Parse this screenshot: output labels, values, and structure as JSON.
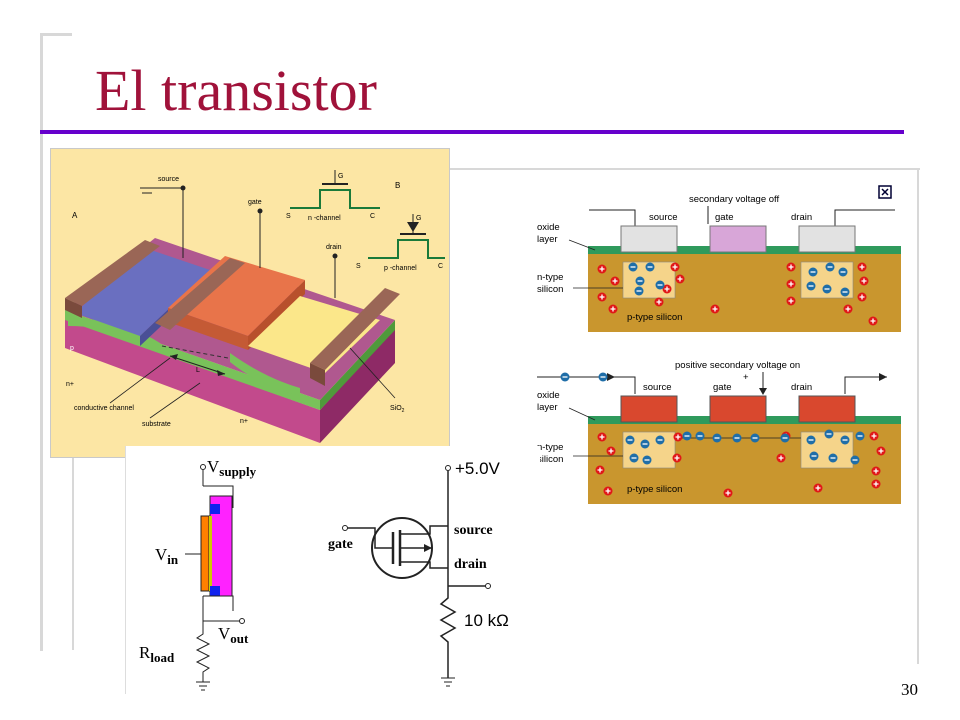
{
  "slide": {
    "title": "El transistor",
    "page_number": "30",
    "accent_color": "#6600cc",
    "title_color": "#a0123a"
  },
  "mosfet_structure": {
    "label_a": "A",
    "label_b": "B",
    "source": "source",
    "gate": "gate",
    "drain": "drain",
    "g1": "G",
    "s1": "S",
    "c1": "C",
    "n_channel": "n -channel",
    "g2": "G",
    "s2": "S",
    "c2": "C",
    "p_channel": "p -channel",
    "p_region": "p",
    "length": "L",
    "n_plus_left": "n+",
    "n_plus_right": "n+",
    "conductive_channel": "conductive channel",
    "substrate": "substrate",
    "sio2": "SiO",
    "sio2_sub": "2",
    "bg_color": "#fce6a4"
  },
  "cross_section": {
    "close_icon": "close-icon",
    "top": {
      "caption": "secondary voltage off",
      "source": "source",
      "gate": "gate",
      "drain": "drain",
      "oxide": [
        "oxide",
        "layer"
      ],
      "ntype": [
        "n-type",
        "silicon"
      ],
      "ptype": "p-type silicon"
    },
    "bottom": {
      "caption": "positive secondary voltage on",
      "plus": "+",
      "source": "source",
      "gate": "gate",
      "drain": "drain",
      "oxide": [
        "oxide",
        "layer"
      ],
      "ntype": [
        "n-type",
        "silicon"
      ],
      "ptype": "p-type silicon"
    },
    "silicon_color": "#c9962e",
    "oxide_color": "#2f9a5c"
  },
  "circuit_left": {
    "vsupply_v": "V",
    "vsupply_sub": "supply",
    "vin_v": "V",
    "vin_sub": "in",
    "vout_v": "V",
    "vout_sub": "out",
    "rload_r": "R",
    "rload_sub": "load"
  },
  "circuit_right": {
    "supply": "+5.0V",
    "source": "source",
    "gate": "gate",
    "drain": "drain",
    "resistor": "10 kΩ"
  }
}
